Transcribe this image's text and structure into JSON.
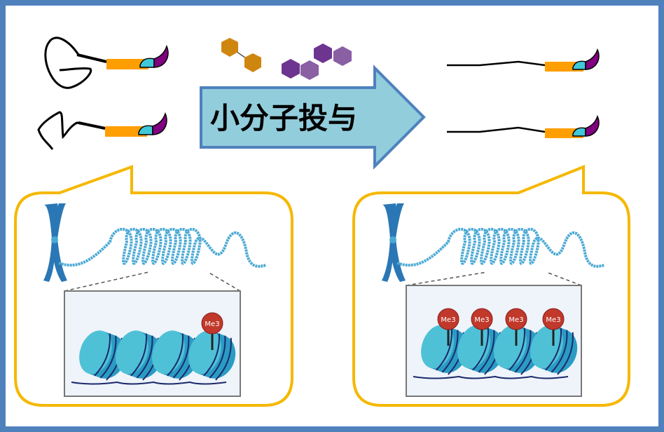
{
  "arrow": {
    "label": "小分子投与"
  },
  "left_panel": {
    "marks": [
      "Me3"
    ]
  },
  "right_panel": {
    "marks": [
      "Me3",
      "Me3",
      "Me3",
      "Me3"
    ]
  },
  "colors": {
    "frame": "#4f81bd",
    "callout": "#f5b800",
    "arrow_fill": "#92cddc",
    "chromatin": "#4aa9d4",
    "nucleosome": "#4fc1d6",
    "me3": "#c0392b",
    "worm_body": "#ff9e00",
    "worm_head": "#800080"
  }
}
